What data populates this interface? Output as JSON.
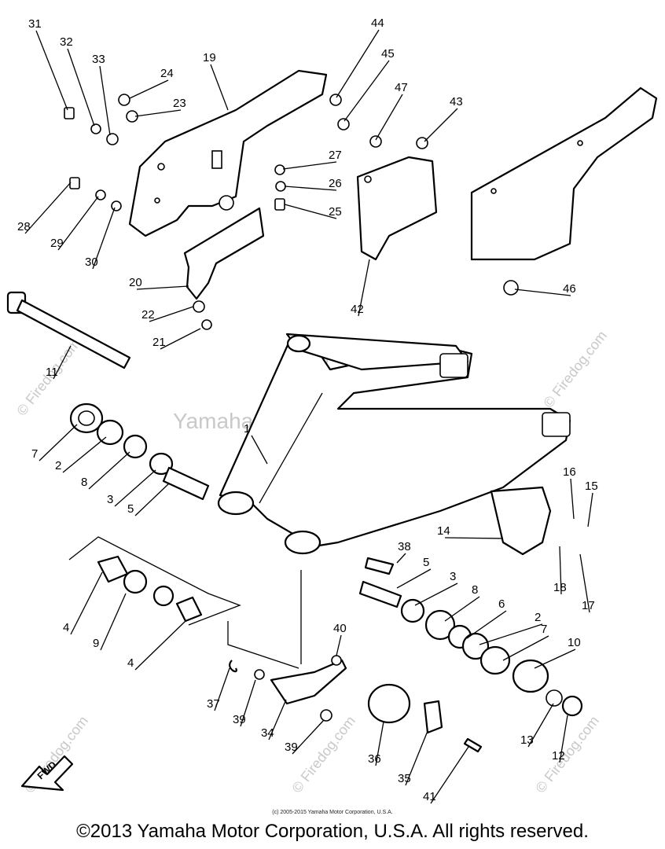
{
  "watermarks": {
    "center": "Yamaha Motor Corp, U.S.A.",
    "diagonal": "© Firedog.com",
    "edge": "© Firedog.com"
  },
  "fwd_label": "FWD",
  "footer_small": "(c) 2005-2015 Yamaha Motor Corporation, U.S.A.",
  "footer": "©2013 Yamaha Motor Corporation, U.S.A. All rights reserved.",
  "callouts": [
    "31",
    "32",
    "33",
    "24",
    "23",
    "19",
    "44",
    "45",
    "47",
    "43",
    "27",
    "26",
    "25",
    "28",
    "29",
    "30",
    "42",
    "46",
    "20",
    "22",
    "21",
    "11",
    "1",
    "7",
    "2",
    "8",
    "3",
    "5",
    "16",
    "15",
    "14",
    "38",
    "18",
    "17",
    "5",
    "3",
    "8",
    "6",
    "2",
    "7",
    "10",
    "4",
    "9",
    "4",
    "40",
    "37",
    "39",
    "34",
    "39",
    "36",
    "35",
    "41",
    "13",
    "12"
  ]
}
